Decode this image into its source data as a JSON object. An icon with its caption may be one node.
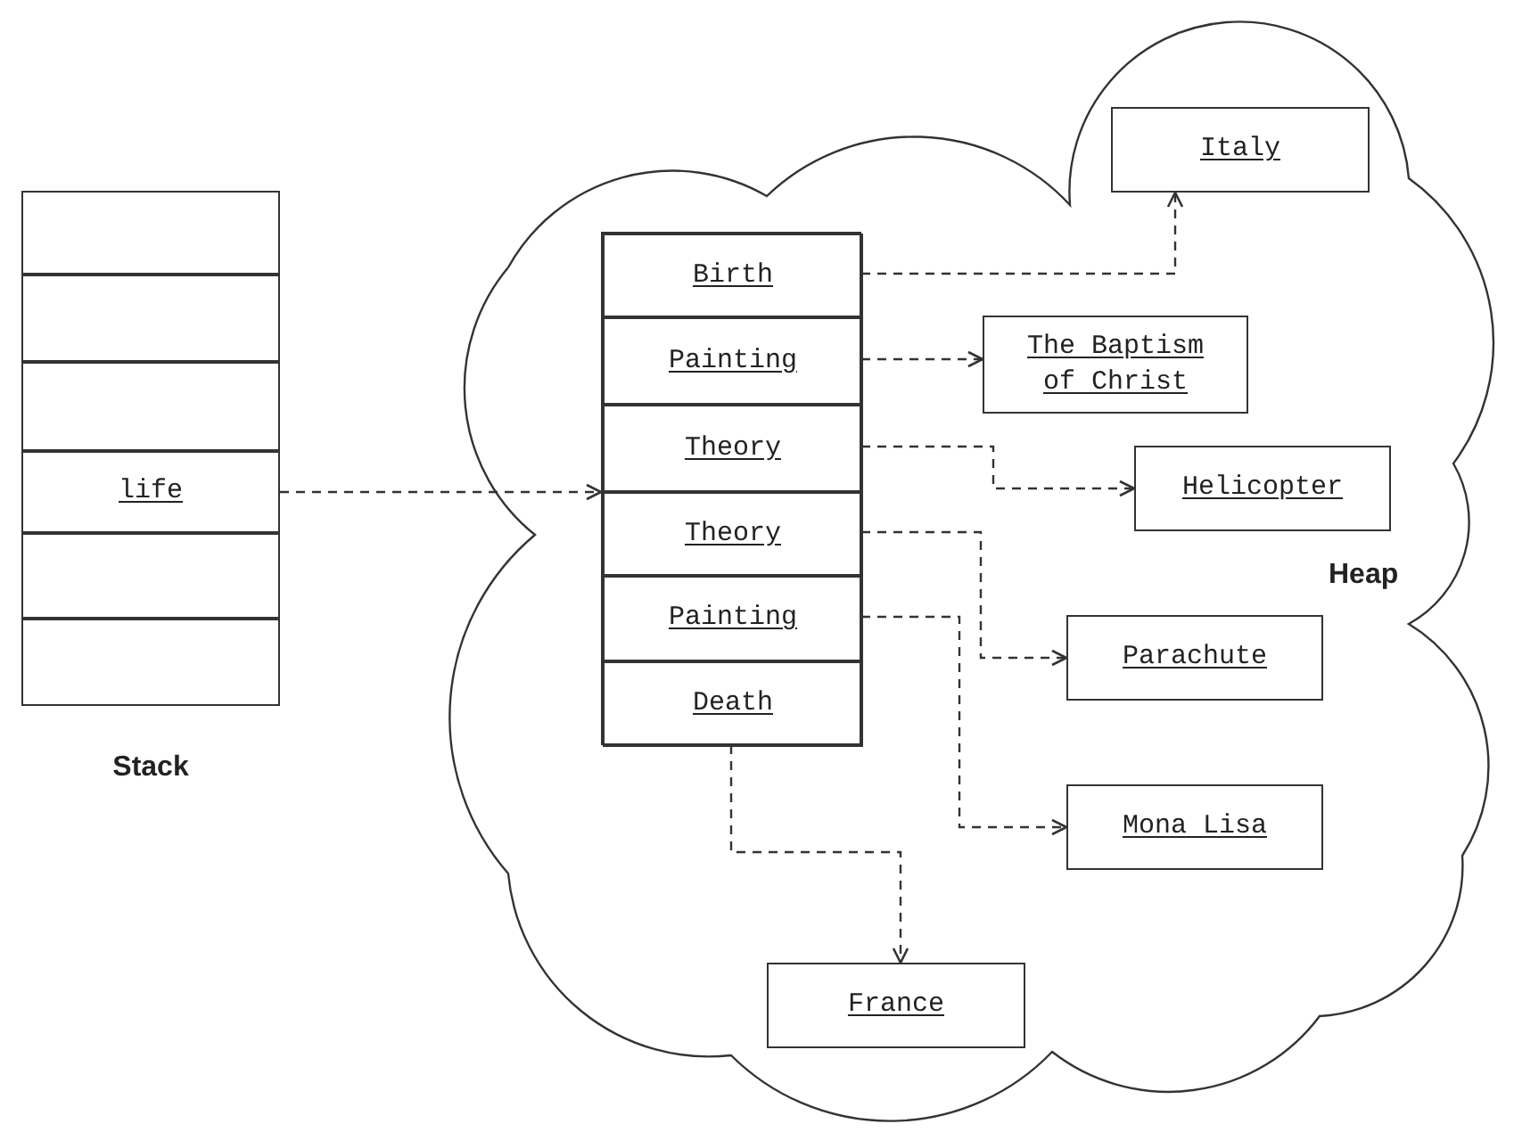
{
  "diagram": {
    "nodes": [
      {
        "text": [
          "Stack"
        ]
      },
      {
        "text": [],
        "shape": "box",
        "in": 0
      },
      {
        "text": [],
        "shape": "box",
        "in": 0
      },
      {
        "text": [],
        "shape": "box",
        "in": 0
      },
      {
        "text": [
          "life"
        ],
        "in": 0
      },
      {
        "text": [],
        "shape": "box",
        "in": 0
      },
      {
        "text": [],
        "shape": "box",
        "in": 0
      },
      {
        "text": [
          "Heap"
        ]
      },
      {
        "text": [],
        "shape": "box",
        "in": 7
      },
      {
        "text": [
          "Birth"
        ],
        "in": 8
      },
      {
        "text": [
          "Painting"
        ],
        "in": 8
      },
      {
        "text": [
          "Theory"
        ],
        "in": 8
      },
      {
        "text": [
          "Theory"
        ],
        "in": 8
      },
      {
        "text": [
          "Painting"
        ],
        "in": 8
      },
      {
        "text": [
          "Death"
        ],
        "in": 8
      },
      {
        "text": [
          "Italy"
        ],
        "in": 7
      },
      {
        "text": [
          "The Baptism of Christ"
        ],
        "in": 7
      },
      {
        "text": [
          "Helicopter"
        ],
        "in": 7
      },
      {
        "text": [
          "Parachute"
        ],
        "in": 7
      },
      {
        "text": [
          "Mona Lisa"
        ],
        "in": 7
      },
      {
        "text": [
          "France"
        ],
        "in": 7
      }
    ],
    "edges": [
      {
        "from": 4,
        "to": 8,
        "arrow": "to",
        "style": "dashed"
      },
      {
        "from": 9,
        "to": 15,
        "arrow": "to",
        "style": "dashed"
      },
      {
        "from": 10,
        "to": 16,
        "arrow": "to",
        "style": "dashed"
      },
      {
        "from": 11,
        "to": 17,
        "arrow": "to",
        "style": "dashed"
      },
      {
        "from": 12,
        "to": 18,
        "arrow": "to",
        "style": "dashed"
      },
      {
        "from": 13,
        "to": 19,
        "arrow": "to",
        "style": "dashed"
      },
      {
        "from": 14,
        "to": 20,
        "arrow": "to",
        "style": "dashed"
      }
    ]
  }
}
